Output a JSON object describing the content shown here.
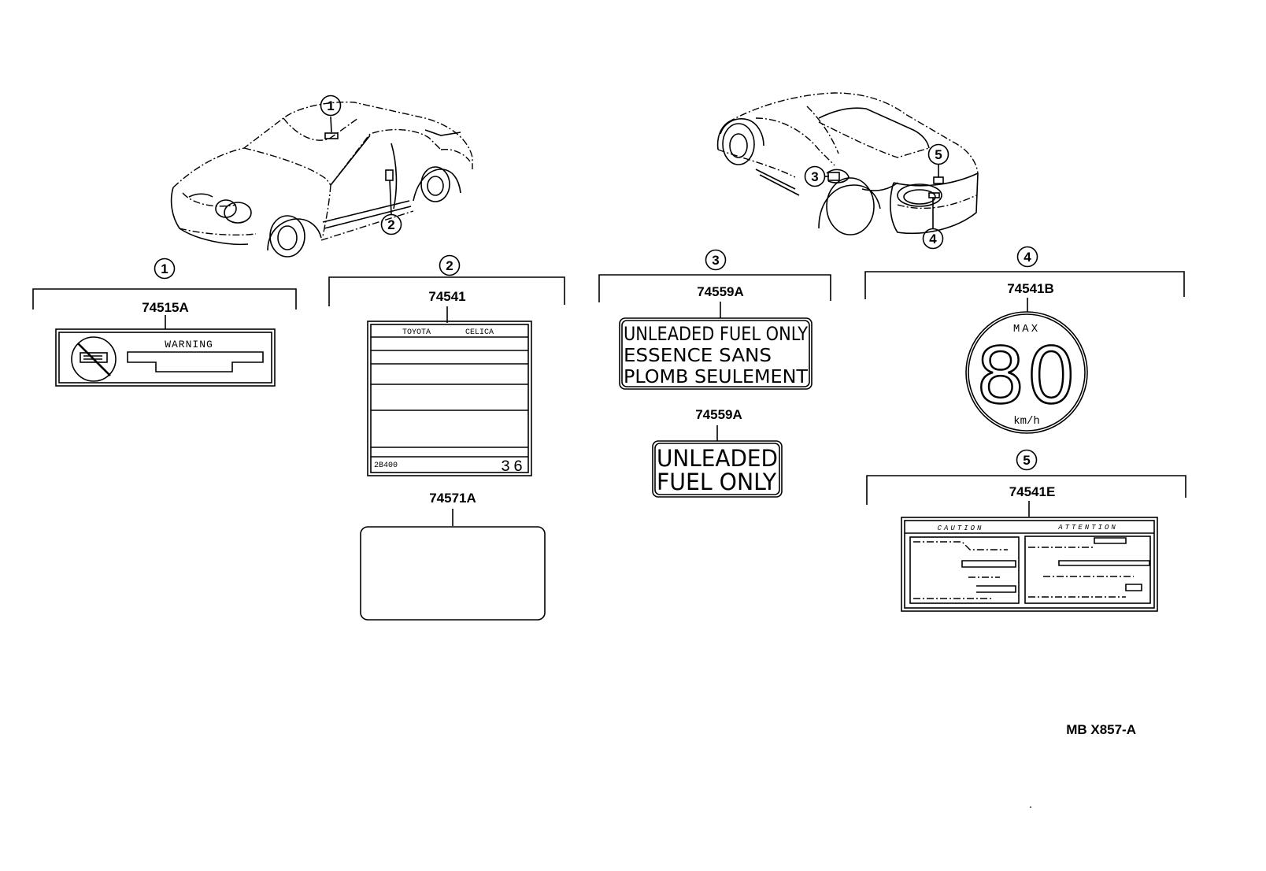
{
  "callouts": [
    "1",
    "2",
    "3",
    "4",
    "5"
  ],
  "labels": {
    "l1": {
      "part": "74515A",
      "heading": "WARNING"
    },
    "l2": {
      "part": "74541",
      "brand_left": "TOYOTA",
      "brand_right": "CELICA",
      "code": "2B400",
      "number": "36"
    },
    "l2b": {
      "part": "74571A"
    },
    "l3": {
      "part": "74559A",
      "lines": [
        "UNLEADED FUEL ONLY",
        "ESSENCE  SANS",
        "PLOMB  SEULEMENT"
      ]
    },
    "l3b": {
      "part": "74559A",
      "lines": [
        "UNLEADED",
        "FUEL ONLY"
      ]
    },
    "l4": {
      "part": "74541B",
      "top": "MAX",
      "speed": "80",
      "unit": "km/h"
    },
    "l5": {
      "part": "74541E",
      "left_heading": "CAUTION",
      "right_heading": "ATTENTION"
    }
  },
  "diagram_code": "MB X857-A"
}
